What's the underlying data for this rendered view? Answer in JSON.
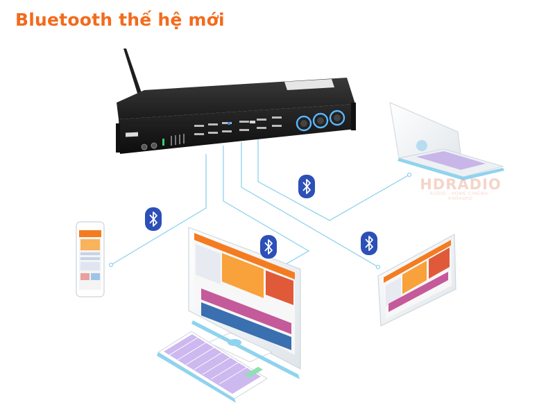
{
  "title": "Bluetooth thế hệ mới",
  "watermark": {
    "main": "HDRADIO",
    "sub": "AUDIO - HOME CINEMA - KARAOKE"
  },
  "colors": {
    "title": "#f26b1d",
    "bluetooth": "#2c4fb8",
    "link_line": "#8fd3ef",
    "device_body": "#222222",
    "screen_header": "#f47c20"
  },
  "icons": [
    "antenna-icon",
    "bluetooth-icon",
    "knob-icon"
  ]
}
